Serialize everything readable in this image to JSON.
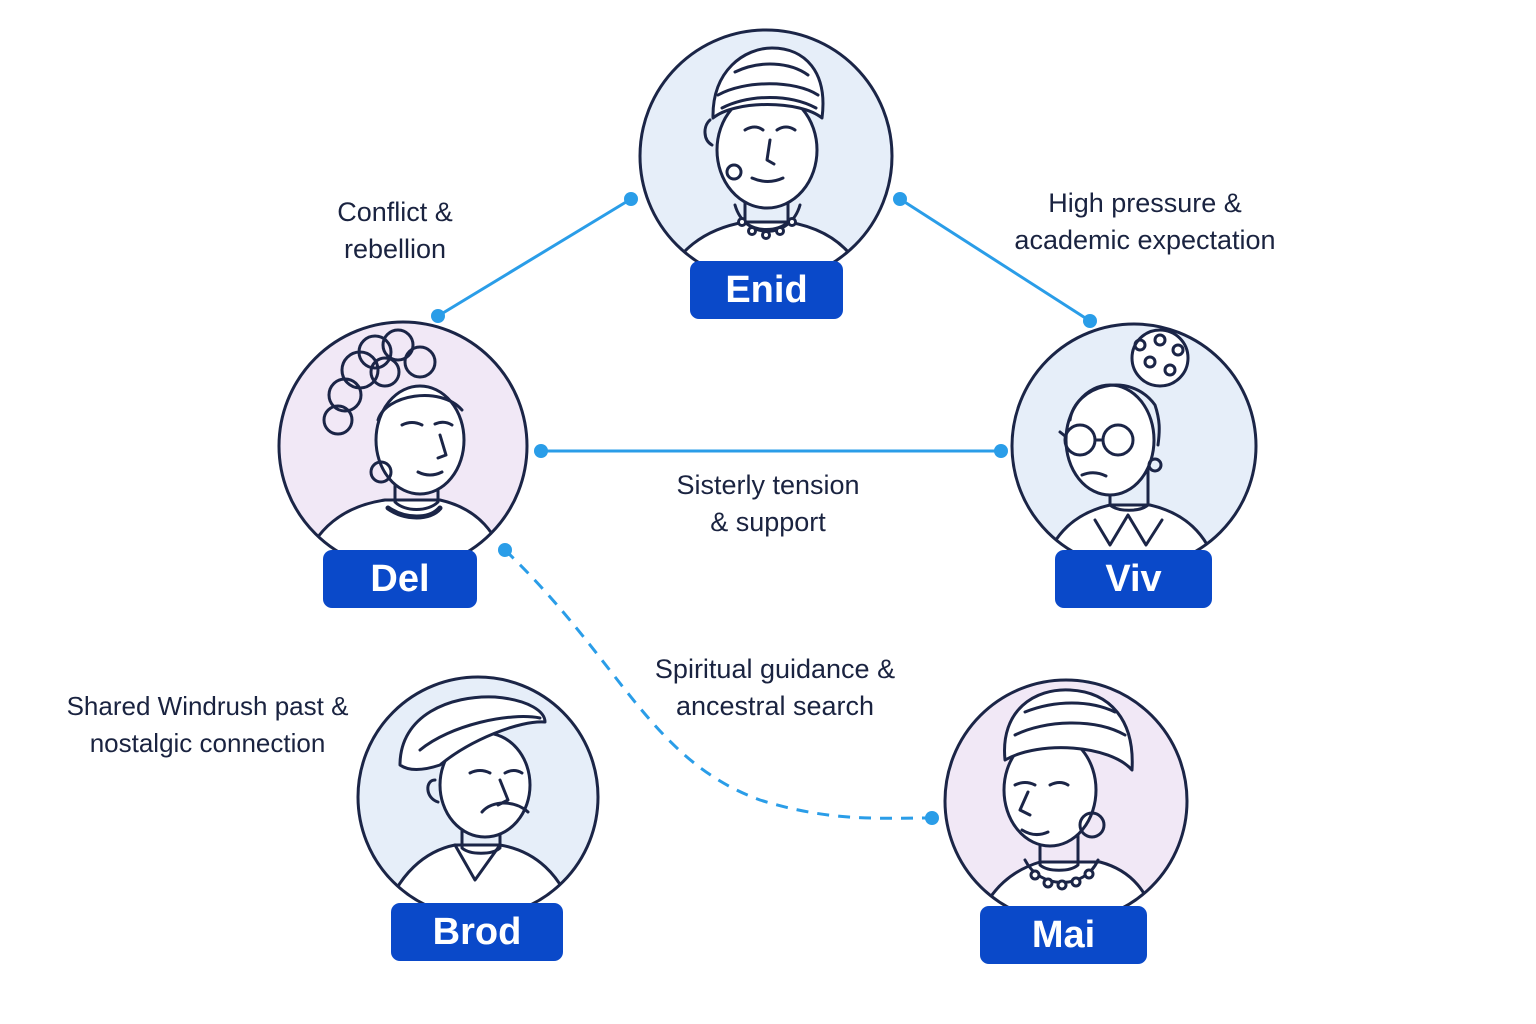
{
  "colors": {
    "connector": "#2a9de8",
    "circle_stroke": "#1b2547",
    "badge_fill": "#0a49c9",
    "badge_text": "#ffffff",
    "label_text": "#1a2340",
    "portrait_blue": "#e6eef9",
    "portrait_pink": "#f1e8f6"
  },
  "characters": {
    "enid": {
      "name": "Enid",
      "icon": "woman-headwrap-pearl-necklace-portrait-icon"
    },
    "del": {
      "name": "Del",
      "icon": "young-woman-curly-bun-hoop-earrings-portrait-icon"
    },
    "viv": {
      "name": "Viv",
      "icon": "young-woman-glasses-portrait-icon"
    },
    "brod": {
      "name": "Brod",
      "icon": "older-man-flat-cap-portrait-icon"
    },
    "mai": {
      "name": "Mai",
      "icon": "woman-headwrap-beads-portrait-icon"
    }
  },
  "relationships": {
    "enid_del": {
      "line1": "Conflict &",
      "line2": "rebellion",
      "style": "solid"
    },
    "enid_viv": {
      "line1": "High pressure &",
      "line2": "academic expectation",
      "style": "solid"
    },
    "del_viv": {
      "line1": "Sisterly tension",
      "line2": "& support",
      "style": "solid"
    },
    "del_mai": {
      "line1": "Spiritual guidance &",
      "line2": "ancestral search",
      "style": "dashed"
    },
    "brod": {
      "line1": "Shared Windrush past &",
      "line2": "nostalgic connection"
    }
  }
}
